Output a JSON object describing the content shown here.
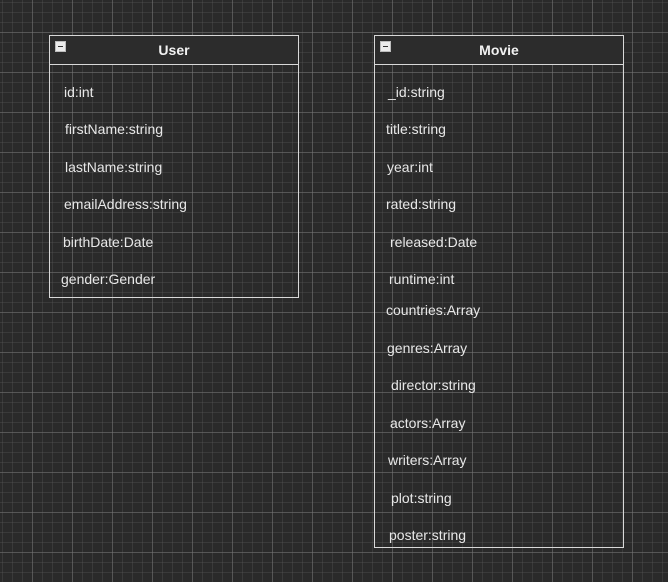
{
  "user_entity": {
    "title": "User",
    "fields": [
      "id:int",
      "firstName:string",
      "lastName:string",
      "emailAddress:string",
      "birthDate:Date",
      "gender:Gender"
    ]
  },
  "movie_entity": {
    "title": "Movie",
    "fields": [
      "_id:string",
      "title:string",
      "year:int",
      "rated:string",
      "released:Date",
      "runtime:int",
      "countries:Array",
      "genres:Array",
      "director:string",
      "actors:Array",
      "writers:Array",
      "plot:string",
      "poster:string"
    ]
  },
  "icons": [
    "collapse-icon"
  ]
}
